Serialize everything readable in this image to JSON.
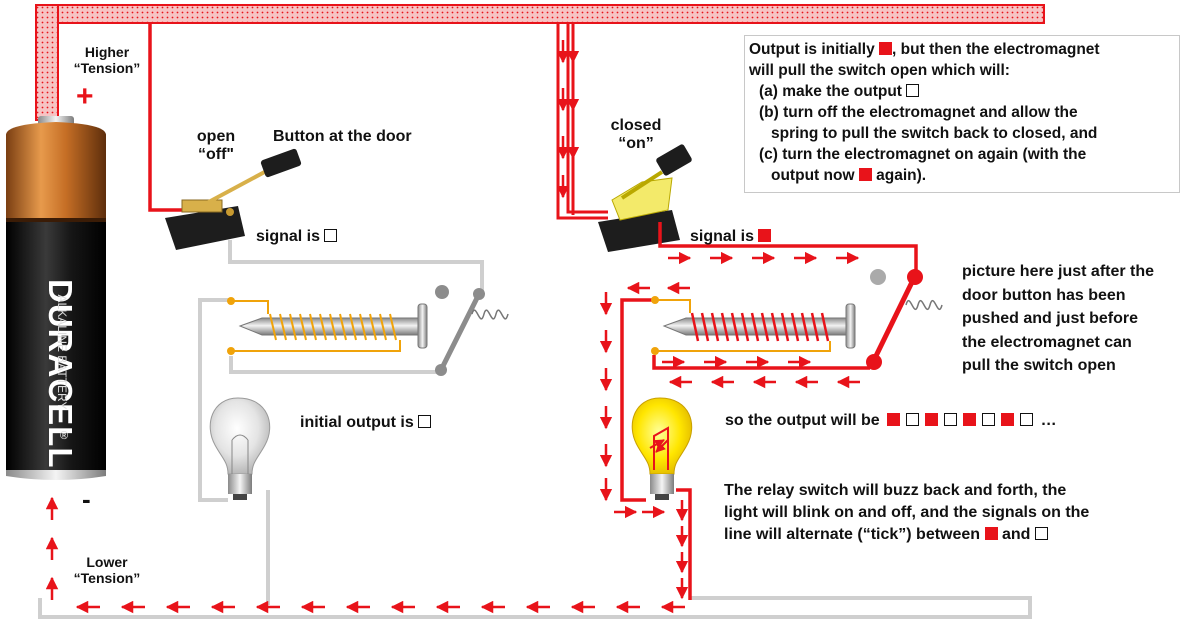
{
  "labels": {
    "higher_tension_1": "Higher",
    "higher_tension_2": "“Tension”",
    "plus": "+",
    "minus": "-",
    "lower_tension_1": "Lower",
    "lower_tension_2": "“Tension”",
    "open_1": "open",
    "open_2": "“off\"",
    "button_at_door": "Button at the door",
    "closed_1": "closed",
    "closed_2": "“on”",
    "signal_is_left": "signal is",
    "signal_is_right": "signal is",
    "initial_output_is": "initial output is",
    "picture_here": [
      "picture here just after the",
      "door button has been",
      "pushed and just before",
      "the electromagnet can",
      "pull the switch open"
    ],
    "output_will_be": "so the output will be",
    "ellipsis": "…",
    "relay_text": [
      "The relay switch will buzz back and forth, the",
      "light will blink on and off, and the signals on the",
      "line will alternate (“tick”) between"
    ],
    "relay_and": "and"
  },
  "note": {
    "line1a": "Output is initially",
    "line1b": ", but then the electromagnet",
    "line2": "will pull the switch open which will:",
    "line3": "(a) make the output",
    "line4": "(b) turn off the electromagnet and allow the",
    "line5": "spring to pull the switch back to closed, and",
    "line6": "(c) turn the electromagnet on again (with the",
    "line7a": "output now",
    "line7b": "again)."
  },
  "battery": {
    "brand": "DURACELL",
    "subtext": "ALKALINE BATTERY",
    "reg": "®"
  },
  "output_sequence": [
    "red",
    "white",
    "red",
    "white",
    "red",
    "white",
    "red",
    "white"
  ],
  "colors": {
    "wire_red": "#e8131a",
    "wire_gray": "#cfcfcf",
    "coil_orange": "#f0a30a",
    "battery_copper": "#c8742a",
    "battery_black": "#141414"
  }
}
